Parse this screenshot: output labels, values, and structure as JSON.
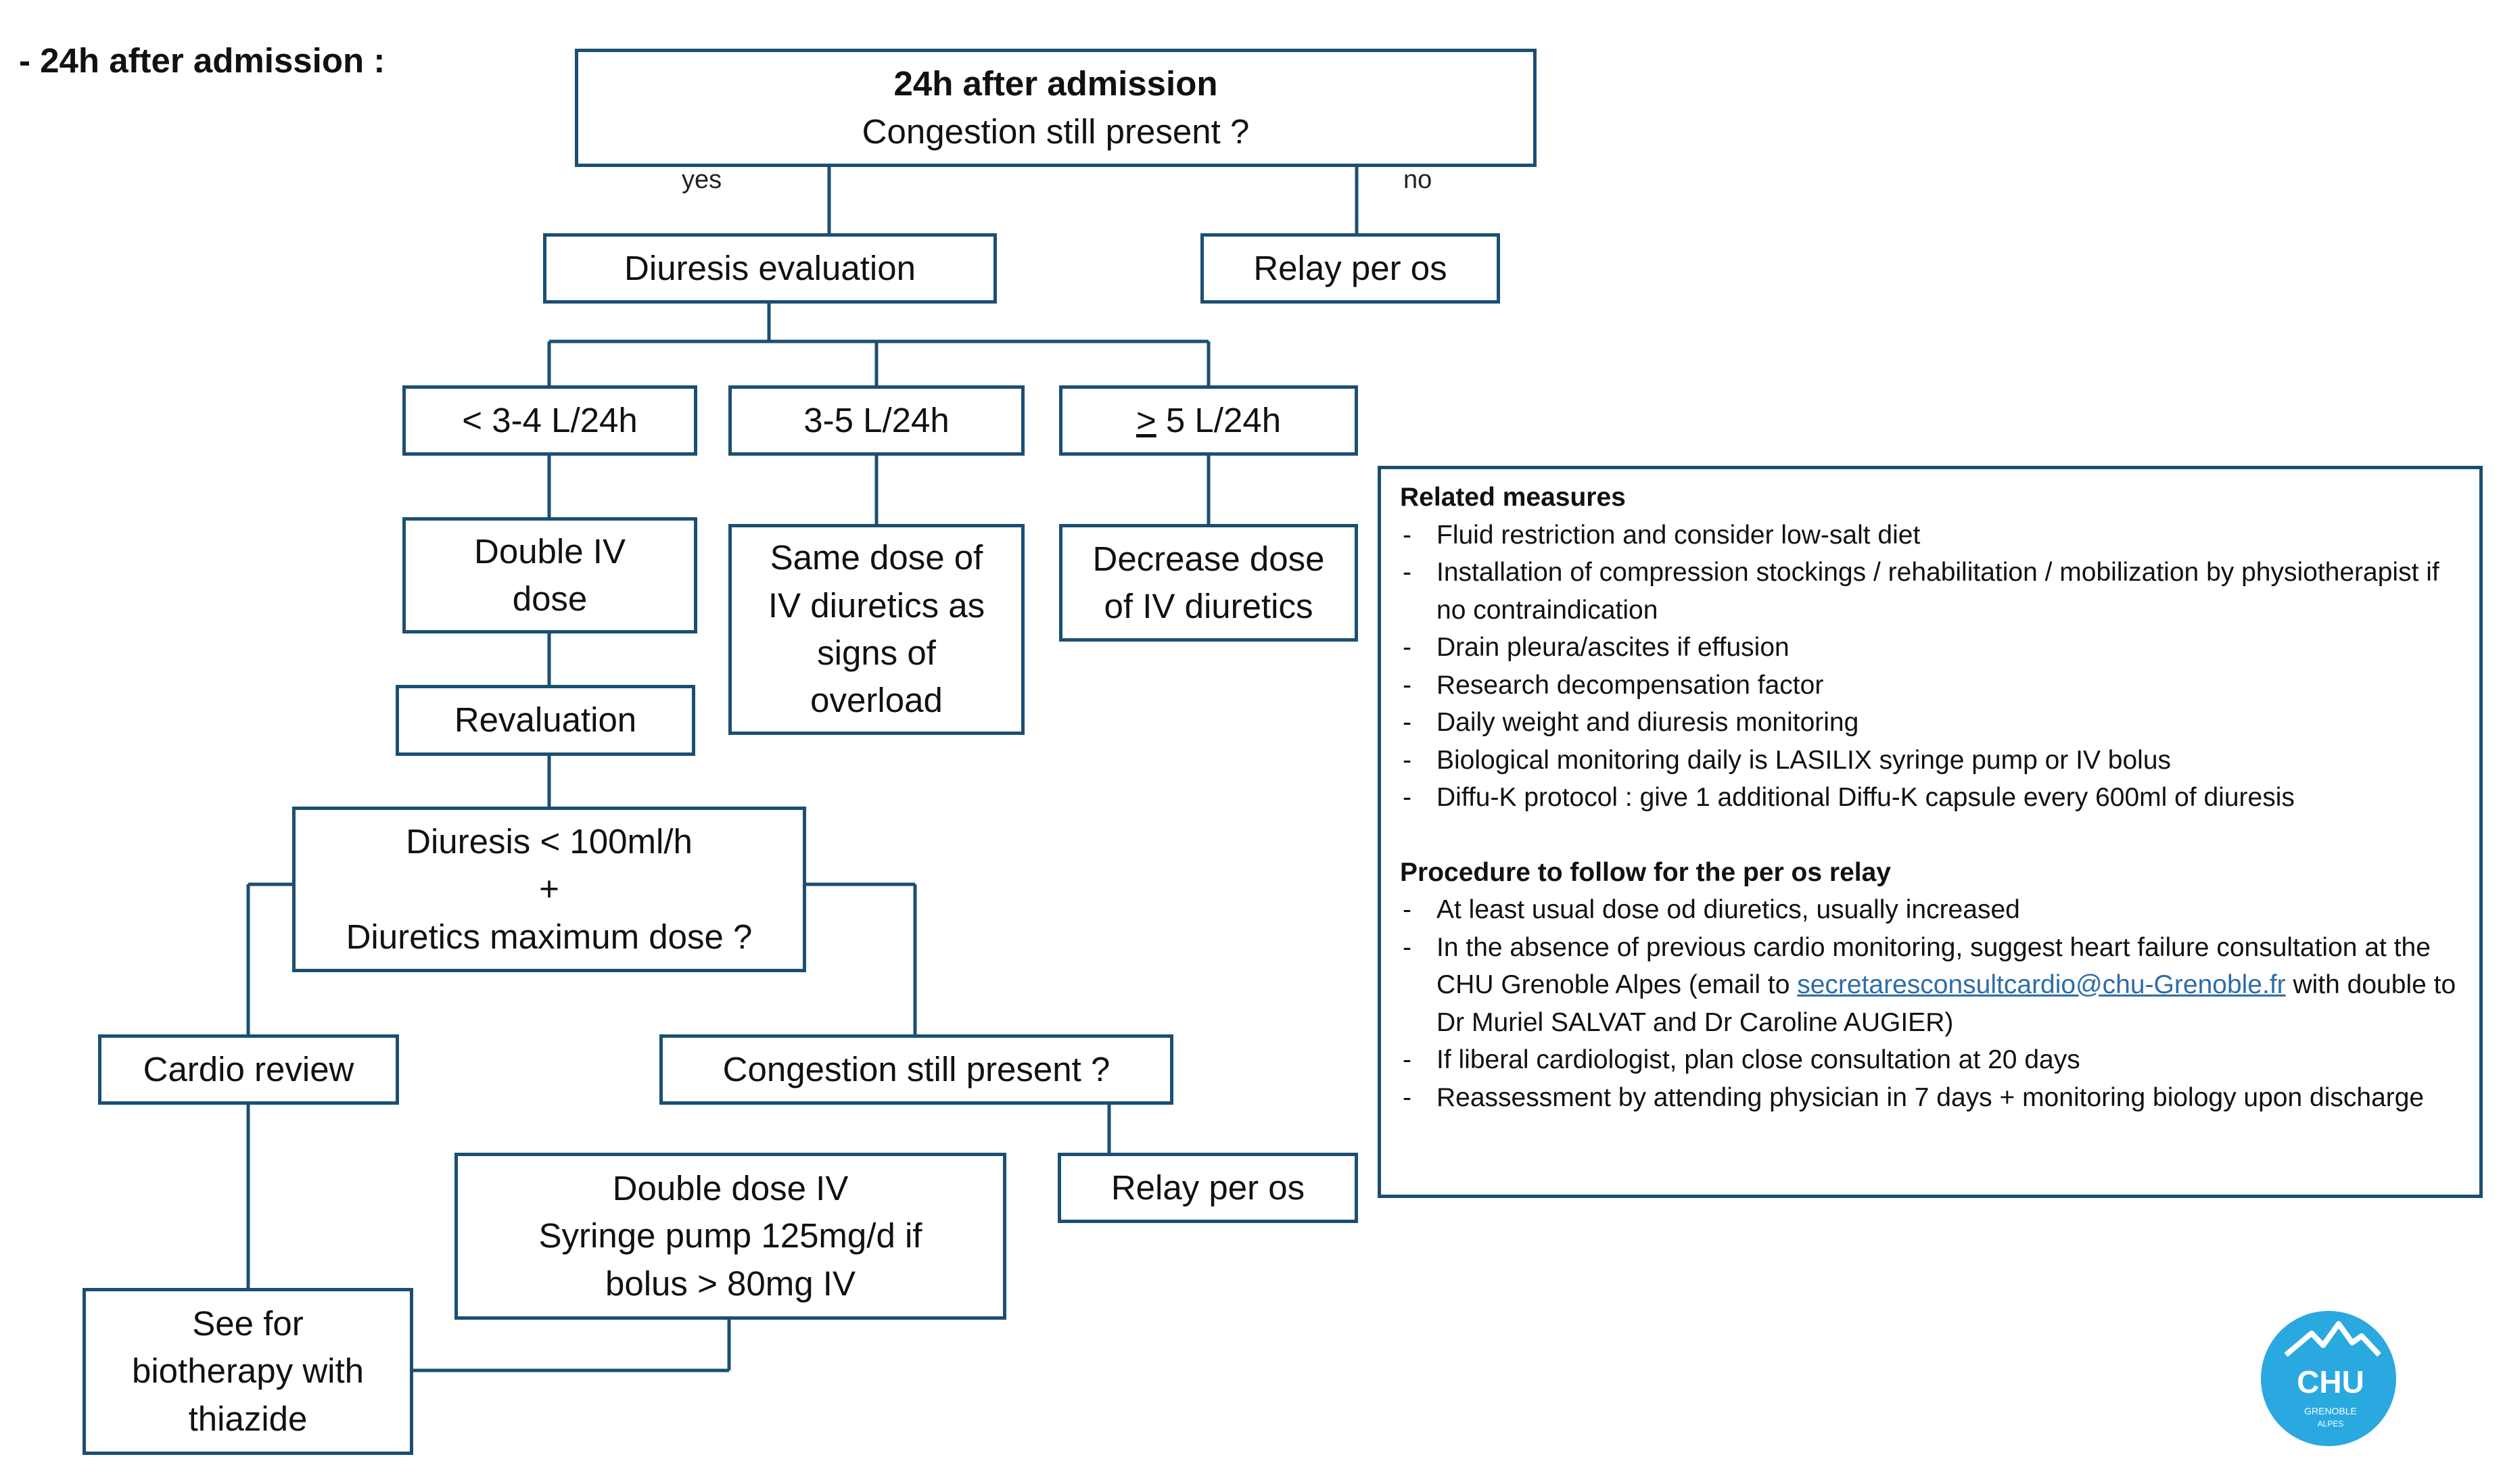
{
  "heading": "- 24h after admission :",
  "flow": {
    "top": {
      "title": "24h after admission",
      "question": "Congestion still present ?"
    },
    "yes_label": "yes",
    "no_label": "no",
    "diuresis_eval": "Diuresis evaluation",
    "relay_top": "Relay per os",
    "range_low": "< 3-4 L/24h",
    "range_mid": "3-5 L/24h",
    "range_high_symbol": ">",
    "range_high_rest": " 5 L/24h",
    "double_iv": [
      "Double IV",
      "dose"
    ],
    "same_dose": [
      "Same dose of",
      "IV diuretics as",
      "signs of",
      "overload"
    ],
    "decrease_dose": [
      "Decrease dose",
      "of IV diuretics"
    ],
    "revaluation": "Revaluation",
    "condition": [
      "Diuresis < 100ml/h",
      "+",
      "Diuretics maximum dose ?"
    ],
    "cardio_review": "Cardio review",
    "congestion_q": "Congestion still present ?",
    "double_dose_iv": [
      "Double dose IV",
      "Syringe pump 125mg/d if",
      "bolus > 80mg IV"
    ],
    "relay_bottom": "Relay per os",
    "biotherapy": [
      "See for",
      "biotherapy with",
      "thiazide"
    ]
  },
  "measures": {
    "title": "Related measures",
    "items": [
      "Fluid restriction and consider low-salt diet",
      "Installation of compression stockings / rehabilitation / mobilization by physiotherapist if no contraindication",
      "Drain pleura/ascites if effusion",
      "Research decompensation factor",
      "Daily weight and diuresis monitoring",
      "Biological monitoring daily is LASILIX syringe pump or IV bolus",
      "Diffu-K protocol : give 1 additional Diffu-K capsule every 600ml of diuresis"
    ]
  },
  "procedure": {
    "title": "Procedure to follow for the per os relay",
    "item1": "At least usual dose od diuretics, usually increased",
    "item2_before": "In the absence of previous cardio monitoring, suggest heart failure consultation at the CHU Grenoble Alpes (email to ",
    "item2_email": "secretaresconsultcardio@chu-Grenoble.fr",
    "item2_after": " with double to Dr Muriel SALVAT and Dr Caroline AUGIER)",
    "item3": "If liberal cardiologist, plan close consultation at 20 days",
    "item4": "Reassessment by attending physician in 7 days + monitoring biology upon discharge"
  },
  "logo": {
    "text": "CHU",
    "subtext": "GRENOBLE",
    "subtext2": "ALPES",
    "color": "#29a9e0"
  },
  "colors": {
    "box_border": "#1b4f72",
    "link": "#2e6da4"
  }
}
